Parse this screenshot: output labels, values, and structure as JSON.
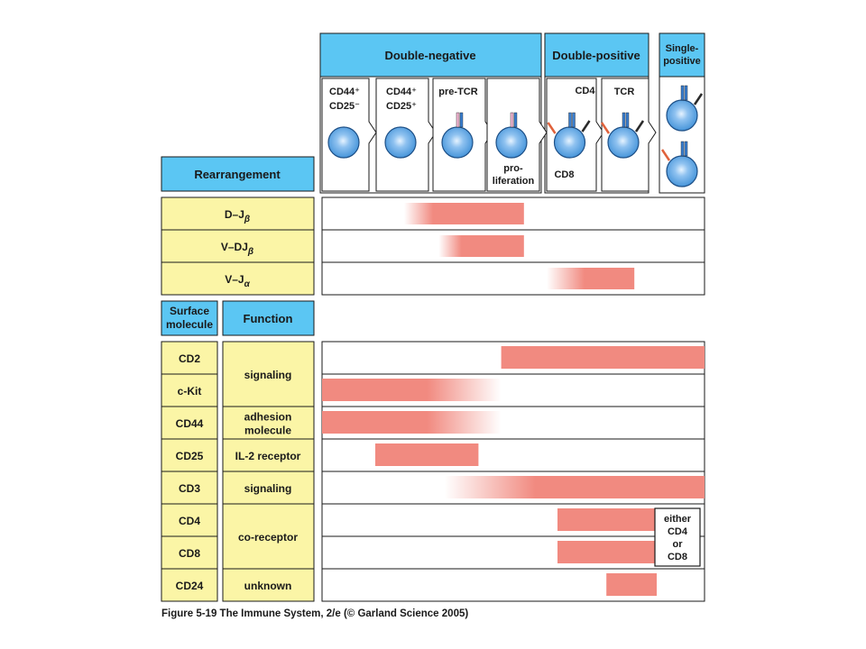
{
  "colors": {
    "header_blue": "#5bc6f3",
    "label_yellow": "#fbf5a6",
    "bar_salmon": "#f18a80",
    "cell_blue": "#3c8ed6",
    "cell_center": "#e6f3ff"
  },
  "phases": [
    {
      "label": "Double-negative"
    },
    {
      "label": "Double-positive"
    },
    {
      "label_lines": [
        "Single-",
        "positive"
      ]
    }
  ],
  "stages": [
    {
      "lines": [
        "CD44⁺",
        "CD25⁻"
      ],
      "pos": "top"
    },
    {
      "lines": [
        "CD44⁺",
        "CD25⁺"
      ],
      "pos": "top"
    },
    {
      "lines": [
        "pre-TCR"
      ],
      "pos": "top"
    },
    {
      "lines": [
        "pro-",
        "liferation"
      ],
      "pos": "bottom"
    },
    {
      "lines": [
        "CD4",
        "CD8"
      ],
      "pos": "split"
    },
    {
      "lines": [
        "TCR"
      ],
      "pos": "top"
    },
    {
      "lines": [],
      "pos": "none"
    }
  ],
  "rearrangement": {
    "header": "Rearrangement",
    "rows": [
      {
        "label": "D–J",
        "sub": "β",
        "start": 1.5,
        "ramp": 0.5,
        "end": 3.6
      },
      {
        "label": "V–DJ",
        "sub": "β",
        "start": 2.1,
        "ramp": 0.4,
        "end": 3.6
      },
      {
        "label": "V–J",
        "sub": "α",
        "start": 4.0,
        "ramp": 0.7,
        "end": 5.6
      }
    ]
  },
  "surface": {
    "header_molecule_lines": [
      "Surface",
      "molecule"
    ],
    "header_function": "Function",
    "functions": [
      {
        "label_lines": [
          "signaling"
        ],
        "rows": [
          0,
          1
        ]
      },
      {
        "label_lines": [
          "adhesion",
          "molecule"
        ],
        "rows": [
          2,
          2
        ]
      },
      {
        "label_lines": [
          "IL-2 receptor"
        ],
        "rows": [
          3,
          3
        ]
      },
      {
        "label_lines": [
          "signaling"
        ],
        "rows": [
          4,
          4
        ]
      },
      {
        "label_lines": [
          "co-receptor"
        ],
        "rows": [
          5,
          6
        ]
      },
      {
        "label_lines": [
          "unknown"
        ],
        "rows": [
          7,
          7
        ]
      }
    ],
    "rows": [
      {
        "label": "CD2",
        "start": 3.2,
        "ramp": 0,
        "end": 7.0,
        "fade_end": 0
      },
      {
        "label": "c-Kit",
        "start": 0,
        "ramp": 0,
        "end": 3.2,
        "fade_end": 1.3
      },
      {
        "label": "CD44",
        "start": 0,
        "ramp": 0,
        "end": 3.2,
        "fade_end": 1.3
      },
      {
        "label": "CD25",
        "start": 1.0,
        "ramp": 0,
        "end": 2.8,
        "fade_end": 0
      },
      {
        "label": "CD3",
        "start": 2.2,
        "ramp": 1.6,
        "end": 7.0,
        "fade_end": 0
      },
      {
        "label": "CD4",
        "start": 4.2,
        "ramp": 0,
        "end": 6.0,
        "fade_end": 0
      },
      {
        "label": "CD8",
        "start": 4.2,
        "ramp": 0,
        "end": 6.0,
        "fade_end": 0
      },
      {
        "label": "CD24",
        "start": 5.1,
        "ramp": 0,
        "end": 6.0,
        "fade_end": 0
      }
    ],
    "note_lines": [
      "either",
      "CD4",
      "or",
      "CD8"
    ]
  },
  "caption": "Figure 5-19  The Immune System, 2/e (© Garland Science 2005)"
}
